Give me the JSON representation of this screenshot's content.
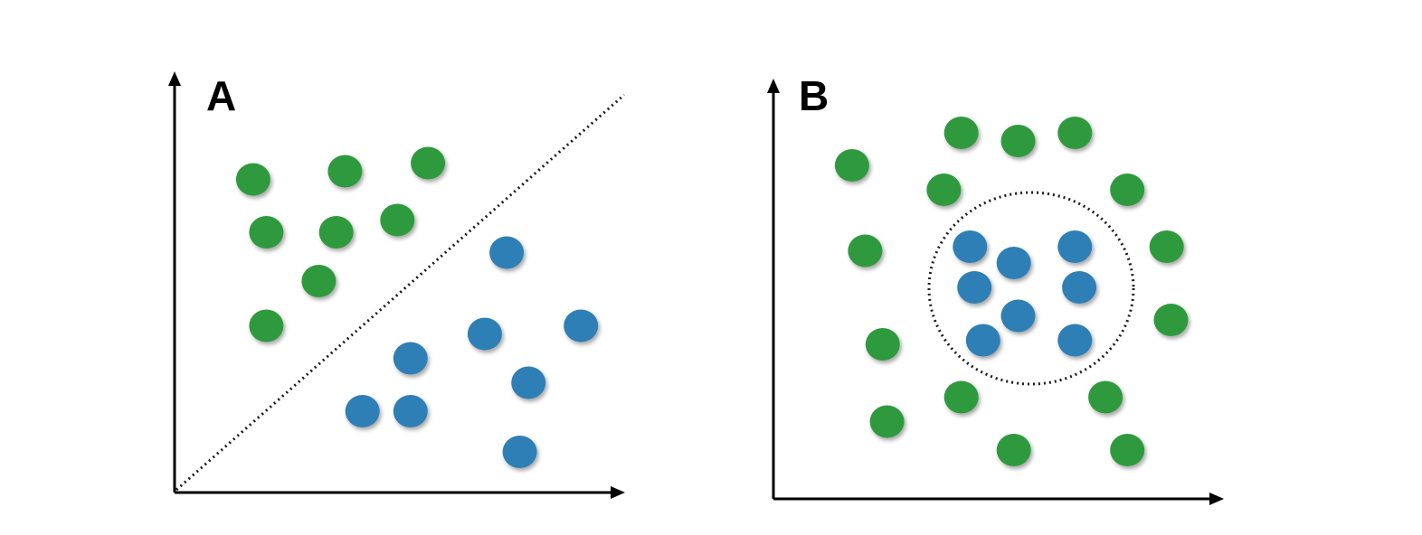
{
  "colors": {
    "green": "#2e9a3c",
    "blue": "#2f7fb5",
    "axis": "#000000",
    "separator": "#1a1a1a"
  },
  "panels": [
    {
      "label": "A",
      "separator": "linear",
      "classes": [
        {
          "color": "green",
          "points": [
            [
              0.18,
              0.77
            ],
            [
              0.39,
              0.79
            ],
            [
              0.58,
              0.81
            ],
            [
              0.21,
              0.64
            ],
            [
              0.37,
              0.64
            ],
            [
              0.51,
              0.67
            ],
            [
              0.33,
              0.52
            ],
            [
              0.21,
              0.41
            ]
          ]
        },
        {
          "color": "blue",
          "points": [
            [
              0.76,
              0.59
            ],
            [
              0.71,
              0.39
            ],
            [
              0.93,
              0.41
            ],
            [
              0.54,
              0.33
            ],
            [
              0.81,
              0.27
            ],
            [
              0.43,
              0.2
            ],
            [
              0.54,
              0.2
            ],
            [
              0.79,
              0.1
            ]
          ]
        }
      ]
    },
    {
      "label": "B",
      "separator": "circular",
      "classes": [
        {
          "color": "green",
          "points": [
            [
              0.43,
              0.9
            ],
            [
              0.56,
              0.88
            ],
            [
              0.69,
              0.9
            ],
            [
              0.18,
              0.82
            ],
            [
              0.39,
              0.76
            ],
            [
              0.81,
              0.76
            ],
            [
              0.21,
              0.61
            ],
            [
              0.9,
              0.62
            ],
            [
              0.91,
              0.44
            ],
            [
              0.25,
              0.38
            ],
            [
              0.43,
              0.25
            ],
            [
              0.76,
              0.25
            ],
            [
              0.26,
              0.19
            ],
            [
              0.55,
              0.12
            ],
            [
              0.81,
              0.12
            ]
          ]
        },
        {
          "color": "blue",
          "points": [
            [
              0.45,
              0.62
            ],
            [
              0.55,
              0.58
            ],
            [
              0.69,
              0.62
            ],
            [
              0.46,
              0.52
            ],
            [
              0.7,
              0.52
            ],
            [
              0.56,
              0.45
            ],
            [
              0.48,
              0.39
            ],
            [
              0.69,
              0.39
            ]
          ]
        }
      ]
    }
  ]
}
